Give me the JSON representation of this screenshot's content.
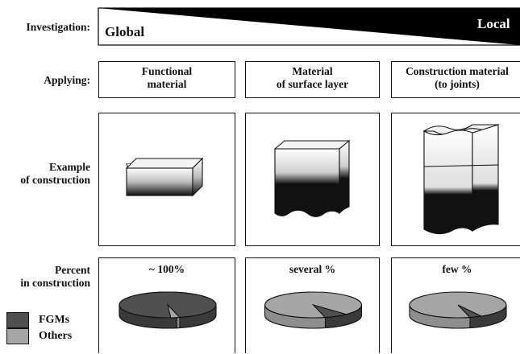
{
  "labels": {
    "investigation": "Investigation:",
    "applying": "Applying:",
    "example_line1": "Example",
    "example_line2": "of construction",
    "percent_line1": "Percent",
    "percent_line2": "in construction"
  },
  "scale": {
    "left": "Global",
    "right": "Local"
  },
  "columns": [
    {
      "applying_line1": "Functional",
      "applying_line2": "material",
      "percent": "~ 100%",
      "fgm_fraction": 0.97
    },
    {
      "applying_line1": "Material",
      "applying_line2": "of surface layer",
      "percent": "several %",
      "fgm_fraction": 0.08
    },
    {
      "applying_line1": "Construction material",
      "applying_line2": "(to joints)",
      "percent": "few %",
      "fgm_fraction": 0.04
    }
  ],
  "legend": [
    {
      "label": "FGMs",
      "color": "#505050"
    },
    {
      "label": "Others",
      "color": "#a6a6a6"
    }
  ],
  "colors": {
    "fgm": "#505050",
    "others": "#a6a6a6",
    "dark": "#111111"
  }
}
